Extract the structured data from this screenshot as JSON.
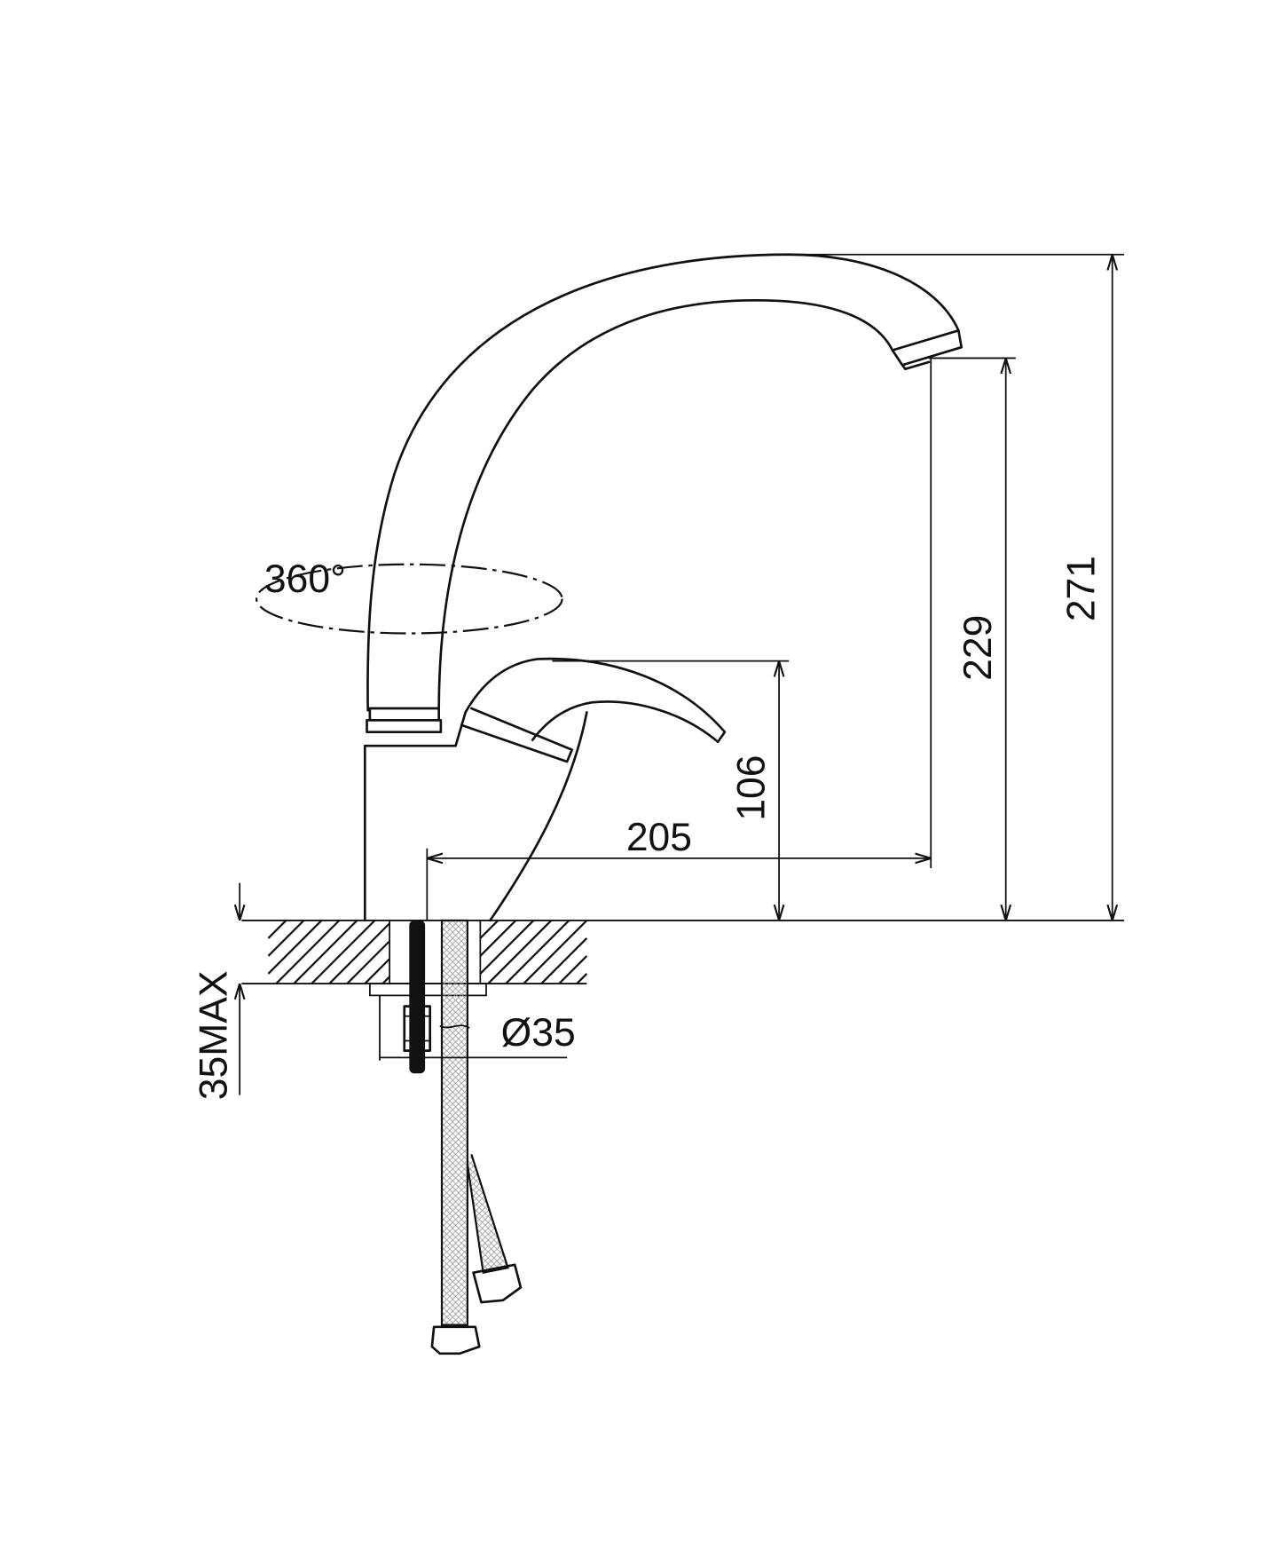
{
  "drawing": {
    "title": "Kitchen faucet dimensional drawing",
    "rotation_label": "360°",
    "dimensions": {
      "total_height": "271",
      "spout_outlet_height": "229",
      "spout_reach": "205",
      "handle_height": "106",
      "max_countertop_thickness": "35MAX",
      "mounting_hole_diameter": "Ø35"
    }
  }
}
